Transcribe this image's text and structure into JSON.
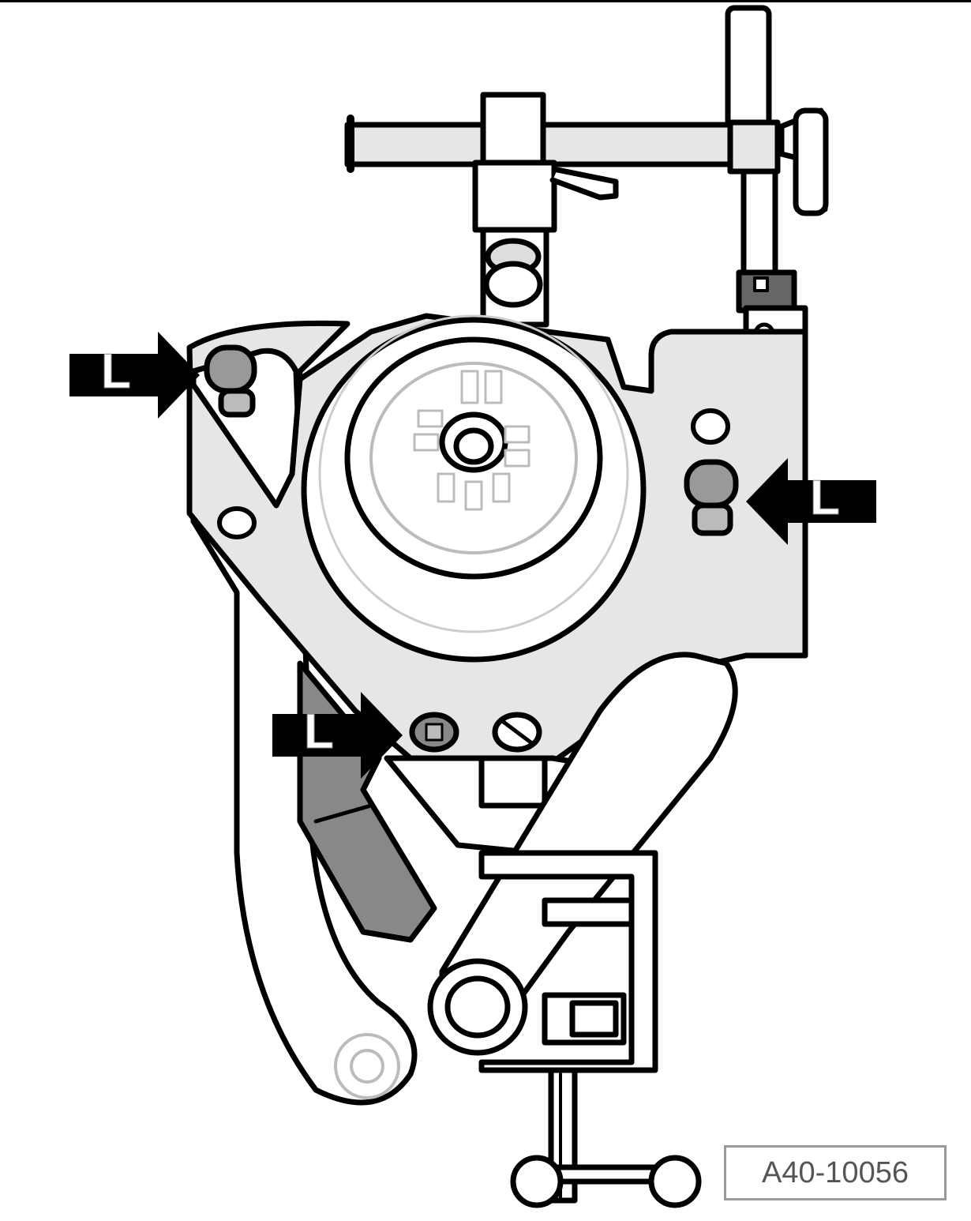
{
  "figure": {
    "type": "technical-illustration",
    "subject": "engine-support-tool-mounted-on-assembly-with-vice-clamp",
    "reference_number": "A40-10056"
  },
  "callouts": [
    {
      "id": "left-upper",
      "label": "L",
      "direction": "right"
    },
    {
      "id": "right-middle",
      "label": "L",
      "direction": "left"
    },
    {
      "id": "lower-middle",
      "label": "L",
      "direction": "right"
    }
  ],
  "colors": {
    "line": "#000000",
    "fill_light": "#e6e6e6",
    "fill_mid": "#bdbdbd",
    "fill_dark": "#8f8f8f",
    "background": "#ffffff",
    "ref_border": "#9a9a9a",
    "ref_text": "#555555"
  }
}
